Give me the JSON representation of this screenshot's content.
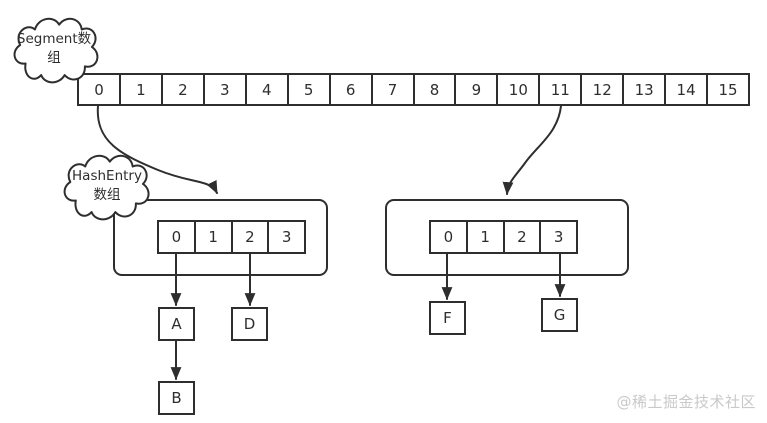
{
  "colors": {
    "stroke": "#2e2e2e",
    "text": "#2e2e2e",
    "watermark": "#c9c9c9",
    "background": "#ffffff"
  },
  "clouds": {
    "segment": {
      "label": "Segment数\n组"
    },
    "hashentry": {
      "label": "HashEntry\n数组"
    }
  },
  "segment_array": {
    "cells": [
      "0",
      "1",
      "2",
      "3",
      "4",
      "5",
      "6",
      "7",
      "8",
      "9",
      "10",
      "11",
      "12",
      "13",
      "14",
      "15"
    ]
  },
  "buckets": {
    "left": {
      "cells": [
        "0",
        "1",
        "2",
        "3"
      ]
    },
    "right": {
      "cells": [
        "0",
        "1",
        "2",
        "3"
      ]
    }
  },
  "nodes": {
    "a": "A",
    "b": "B",
    "d": "D",
    "f": "F",
    "g": "G"
  },
  "watermark": "@稀土掘金技术社区"
}
